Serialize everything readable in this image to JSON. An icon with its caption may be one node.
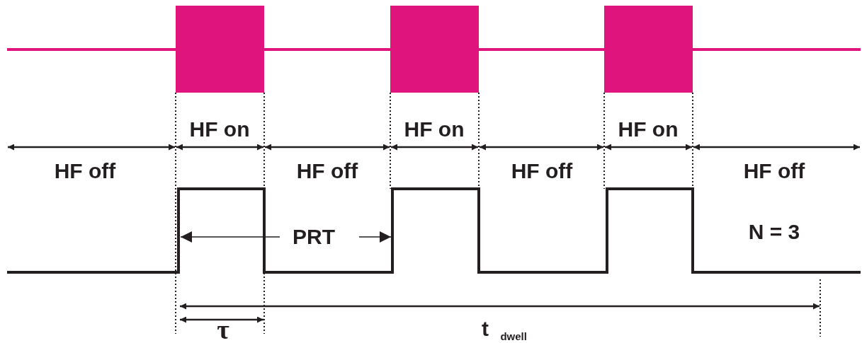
{
  "diagram": {
    "labels": [
      "HF on",
      "HF on",
      "HF on",
      "HF off",
      "HF off",
      "HF off",
      "HF off",
      "PRT",
      "N = 3",
      "τ",
      "t $_{dwell}$"
    ]
  }
}
